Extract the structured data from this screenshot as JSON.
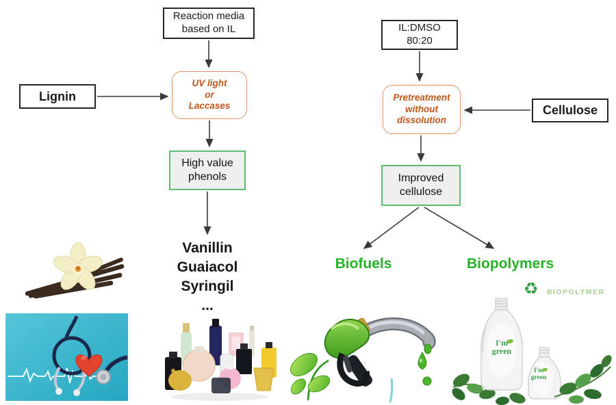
{
  "colors": {
    "accent_orange_text": "#c4571a",
    "accent_orange_border": "#de9467",
    "green_border": "#5cbe6e",
    "green_text": "#26b325",
    "box_fill_gray": "#efefef",
    "arrow": "#3a3a3a",
    "photo_teal_background": "#38b6cc",
    "heart_red": "#e2452f",
    "biofuel_green": "#4caf2a",
    "bottle_label_green": "#3aa04e"
  },
  "left_flow": {
    "reaction_media_label": "Reaction media\nbased on IL",
    "source_label": "Lignin",
    "process_label": "UV light\nor\nLaccases",
    "product_label": "High value\nphenols",
    "examples_label": "Vanillin\nGuaiacol\nSyringil\n..."
  },
  "right_flow": {
    "media_label": "IL:DMSO\n80:20",
    "source_label": "Cellulose",
    "process_label": "Pretreatment\nwithout\ndissolution",
    "product_label": "Improved\ncellulose",
    "biofuels_label": "Biofuels",
    "biopolymers_label": "Biopolymers"
  },
  "biopolymer_image": {
    "recycle_icon": "♻",
    "logo_text": "BIOPOLYMER",
    "bottle_label_large": "I'm\ngreen",
    "bottle_label_small": "I'm\ngreen"
  }
}
